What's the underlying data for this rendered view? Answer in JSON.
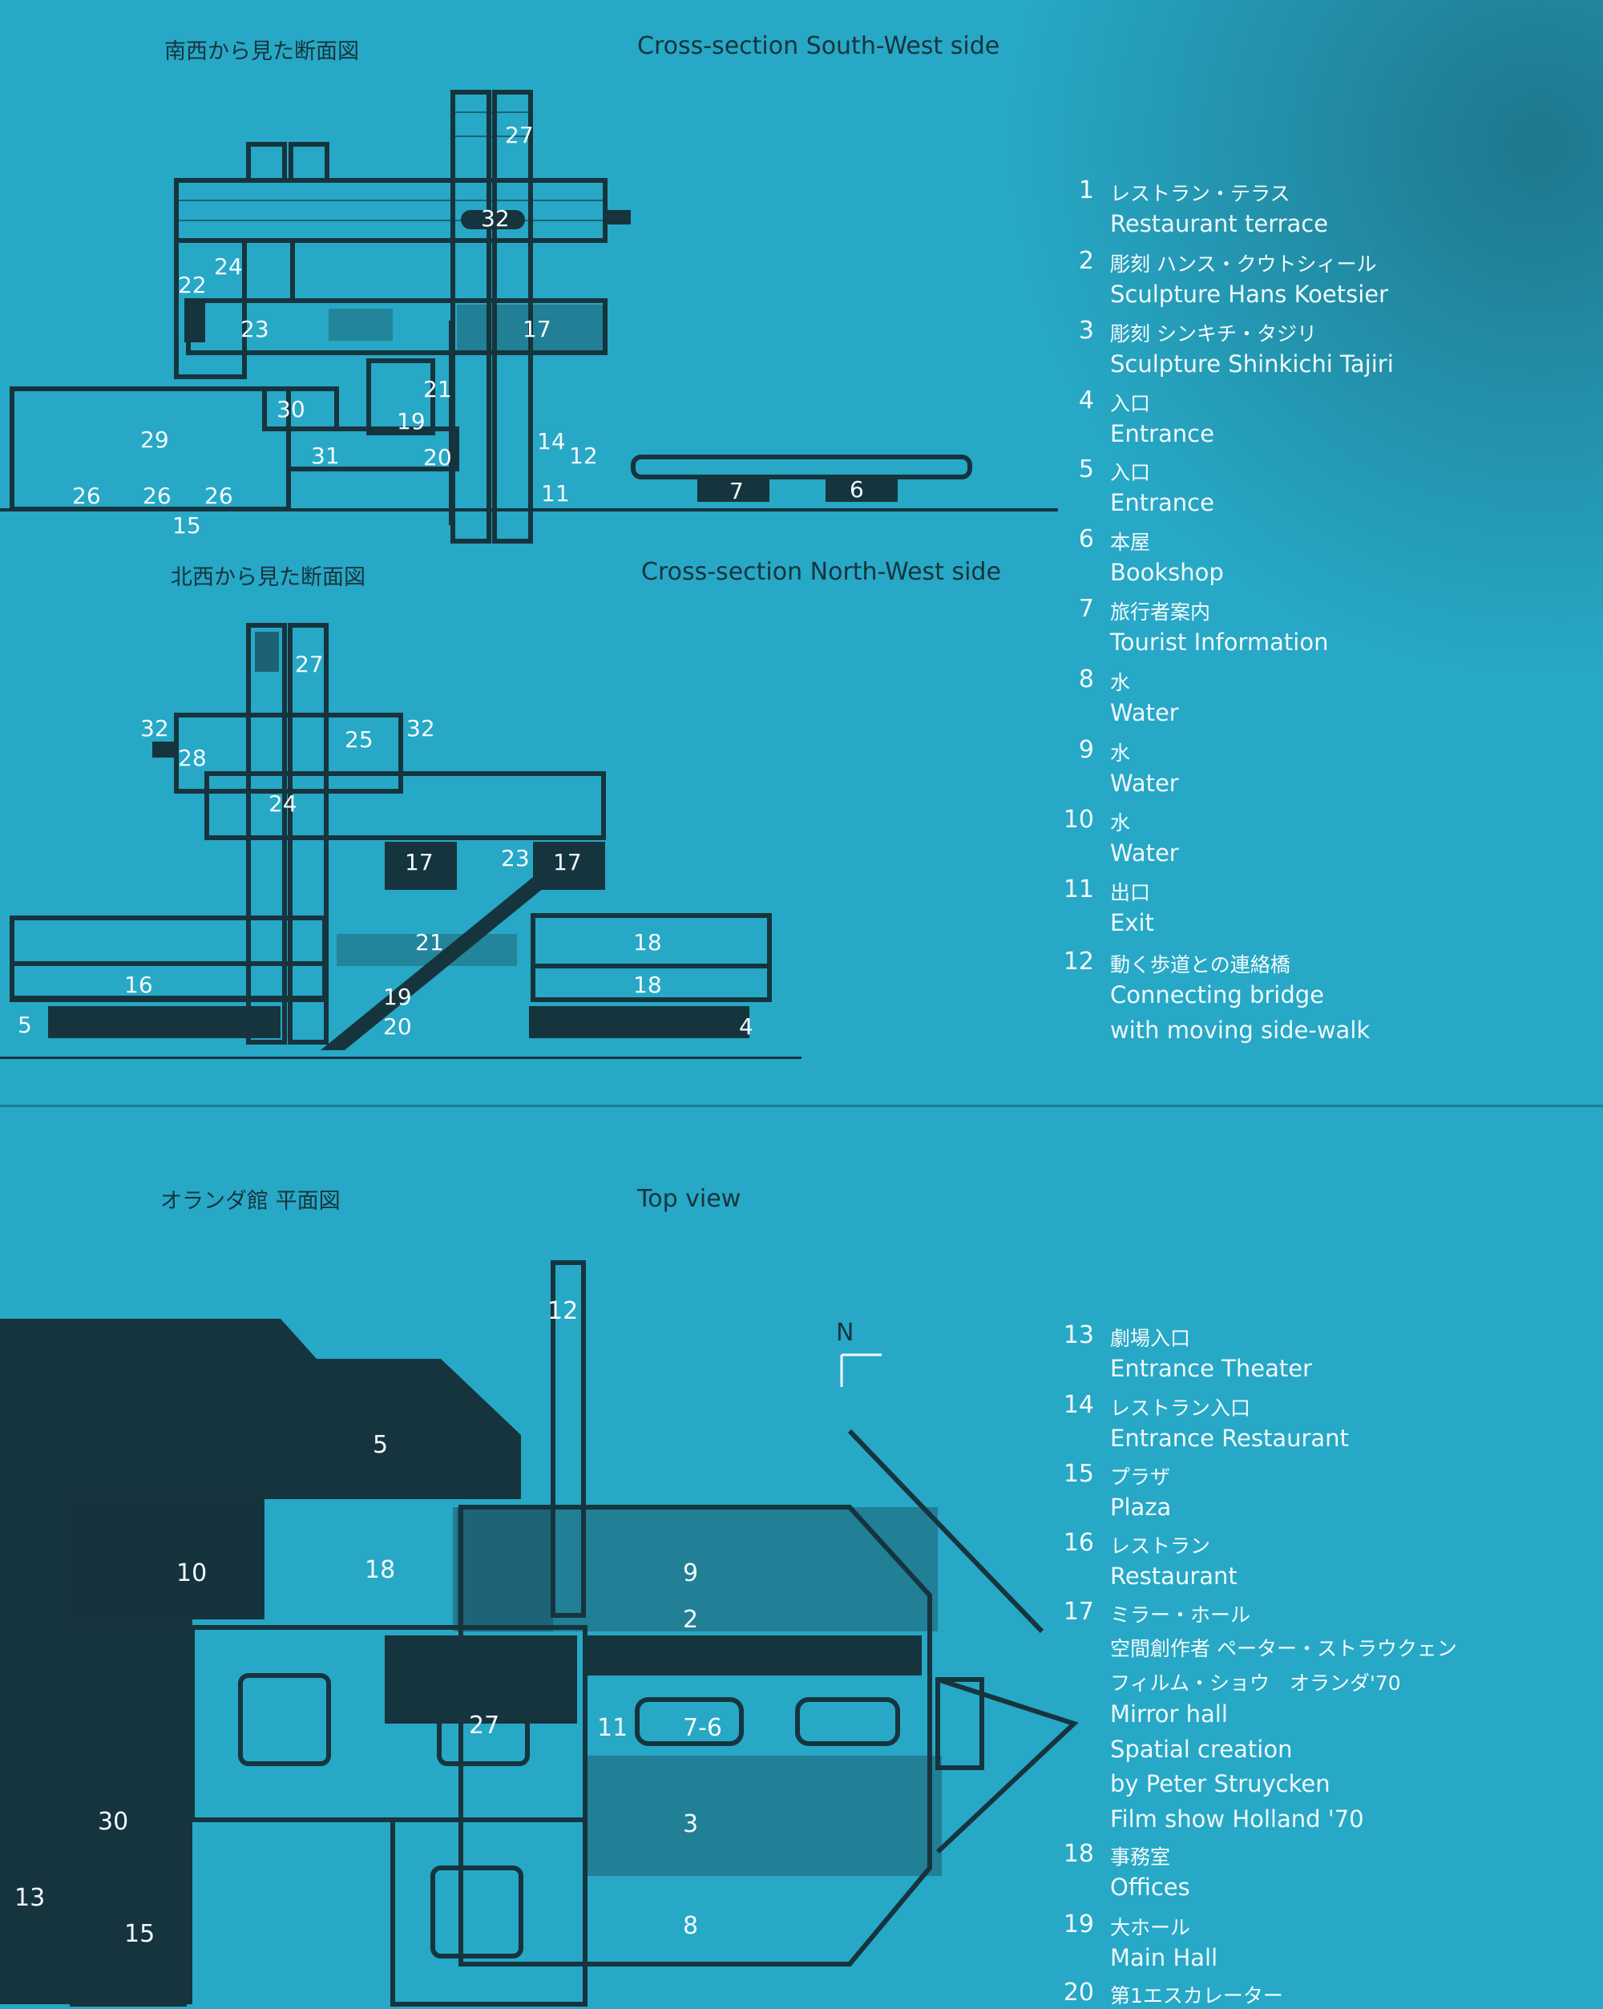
{
  "headings": {
    "sw_jp": "南西から見た断面図",
    "sw_en": "Cross-section South-West side",
    "nw_jp": "北西から見た断面図",
    "nw_en": "Cross-section North-West side",
    "top_jp": "オランダ館 平面図",
    "top_en": "Top view"
  },
  "diagrams": {
    "sw": [
      "27",
      "32",
      "24",
      "22",
      "23",
      "17",
      "30",
      "21",
      "19",
      "29",
      "31",
      "20",
      "14",
      "12",
      "26",
      "26",
      "26",
      "11",
      "15",
      "7",
      "6"
    ],
    "nw": [
      "27",
      "32",
      "28",
      "25",
      "32",
      "24",
      "17",
      "23",
      "17",
      "21",
      "18",
      "16",
      "18",
      "19",
      "20",
      "5",
      "4"
    ],
    "top": [
      "12",
      "N",
      "5",
      "10",
      "18",
      "9",
      "2",
      "27",
      "11",
      "7-6",
      "30",
      "3",
      "13",
      "15",
      "8"
    ]
  },
  "legend_top": [
    {
      "num": "1",
      "jp": "レストラン・テラス",
      "en": [
        "Restaurant terrace"
      ]
    },
    {
      "num": "2",
      "jp": "彫刻 ハンス・クウトシィール",
      "en": [
        "Sculpture Hans Koetsier"
      ]
    },
    {
      "num": "3",
      "jp": "彫刻 シンキチ・タジリ",
      "en": [
        "Sculpture Shinkichi Tajiri"
      ]
    },
    {
      "num": "4",
      "jp": "入口",
      "en": [
        "Entrance"
      ]
    },
    {
      "num": "5",
      "jp": "入口",
      "en": [
        "Entrance"
      ]
    },
    {
      "num": "6",
      "jp": "本屋",
      "en": [
        "Bookshop"
      ]
    },
    {
      "num": "7",
      "jp": "旅行者案内",
      "en": [
        "Tourist Information"
      ]
    },
    {
      "num": "8",
      "jp": "水",
      "en": [
        "Water"
      ]
    },
    {
      "num": "9",
      "jp": "水",
      "en": [
        "Water"
      ]
    },
    {
      "num": "10",
      "jp": "水",
      "en": [
        "Water"
      ]
    },
    {
      "num": "11",
      "jp": "出口",
      "en": [
        "Exit"
      ]
    },
    {
      "num": "12",
      "jp": "動く歩道との連絡橋",
      "en": [
        "Connecting bridge",
        "with moving side-walk"
      ]
    }
  ],
  "legend_bottom": [
    {
      "num": "13",
      "jp": "劇場入口",
      "en": [
        "Entrance Theater"
      ]
    },
    {
      "num": "14",
      "jp": "レストラン入口",
      "en": [
        "Entrance Restaurant"
      ]
    },
    {
      "num": "15",
      "jp": "プラザ",
      "en": [
        "Plaza"
      ]
    },
    {
      "num": "16",
      "jp": "レストラン",
      "en": [
        "Restaurant"
      ]
    },
    {
      "num": "17",
      "jp": "ミラー・ホール",
      "jp2": [
        "空間創作者 ペーター・ストラウクェン",
        "フィルム・ショウ　オランダ'70"
      ],
      "en": [
        "Mirror hall",
        "Spatial creation",
        "by Peter Struycken",
        "Film show Holland '70"
      ]
    },
    {
      "num": "18",
      "jp": "事務室",
      "en": [
        "Offices"
      ]
    },
    {
      "num": "19",
      "jp": "大ホール",
      "en": [
        "Main Hall"
      ]
    },
    {
      "num": "20",
      "jp": "第1エスカレーター",
      "en": []
    }
  ],
  "colors": {
    "background": "#27a8c6",
    "ink": "#16343d",
    "label": "#f2fbfd"
  }
}
